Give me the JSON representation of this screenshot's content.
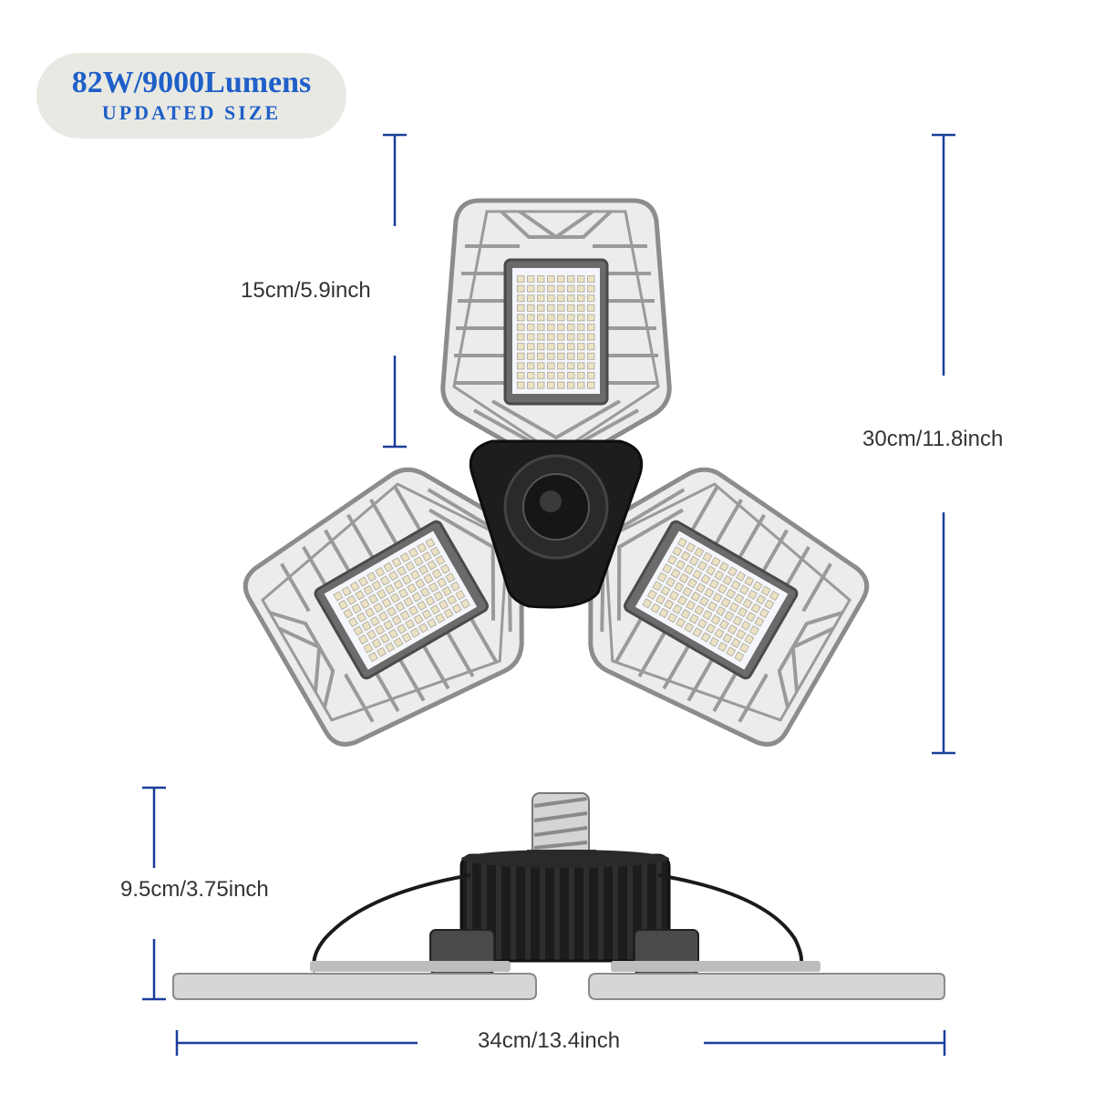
{
  "badge": {
    "title": "82W/9000Lumens",
    "subtitle": "UPDATED SIZE"
  },
  "dimensions": {
    "panel_length": "15cm/5.9inch",
    "total_height": "30cm/11.8inch",
    "side_height": "9.5cm/3.75inch",
    "total_width": "34cm/13.4inch"
  },
  "colors": {
    "accent": "#1f5fc8",
    "dimension_line": "#1a3f9a",
    "body_dark": "#1d1d1d",
    "panel_silver": "#c9c9c9"
  }
}
